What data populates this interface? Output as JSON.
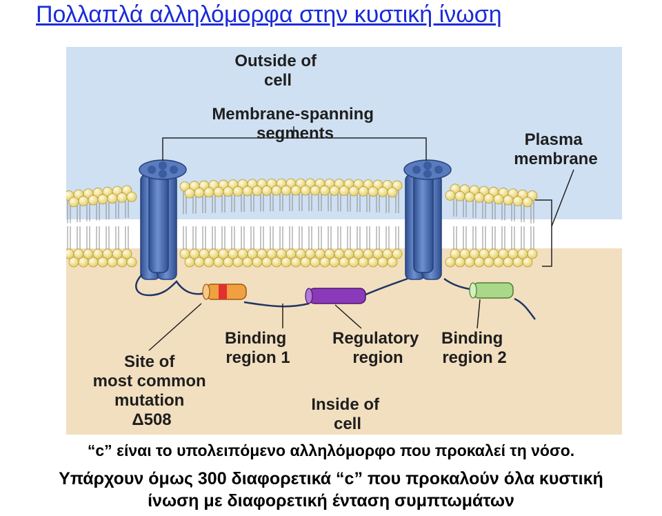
{
  "slide": {
    "title": "Πολλαπλά αλληλόμορφα στην κυστική ίνωση",
    "caption_line1": "“c” είναι το υπολειπόμενο αλληλόμορφο που προκαλεί τη νόσο.",
    "caption_line2": "Υπάρχουν όμως 300 διαφορετικά “c” που προκαλούν όλα κυστική",
    "caption_line3": "ίνωση με διαφορετική ένταση συμπτωμάτων"
  },
  "diagram": {
    "outside_cell": [
      "Outside of",
      "cell"
    ],
    "membrane_spanning": [
      "Membrane-spanning",
      "segments"
    ],
    "plasma_membrane": [
      "Plasma",
      "membrane"
    ],
    "binding_region_1": [
      "Binding",
      "region 1"
    ],
    "regulatory_region": [
      "Regulatory",
      "region"
    ],
    "binding_region_2": [
      "Binding",
      "region 2"
    ],
    "mutation_site": [
      "Site of",
      "most common",
      "mutation",
      "Δ508"
    ],
    "inside_cell": [
      "Inside of",
      "cell"
    ],
    "colors": {
      "outside": "#cfe0f2",
      "inside": "#f2dfbf",
      "lipid_head": "#f2e08a",
      "protein": "#4b6aa8",
      "binding_region_1": "#f0a040",
      "mutation_band": "#e03030",
      "regulatory_region": "#8a3ab8",
      "binding_region_2": "#a9d88a"
    }
  }
}
